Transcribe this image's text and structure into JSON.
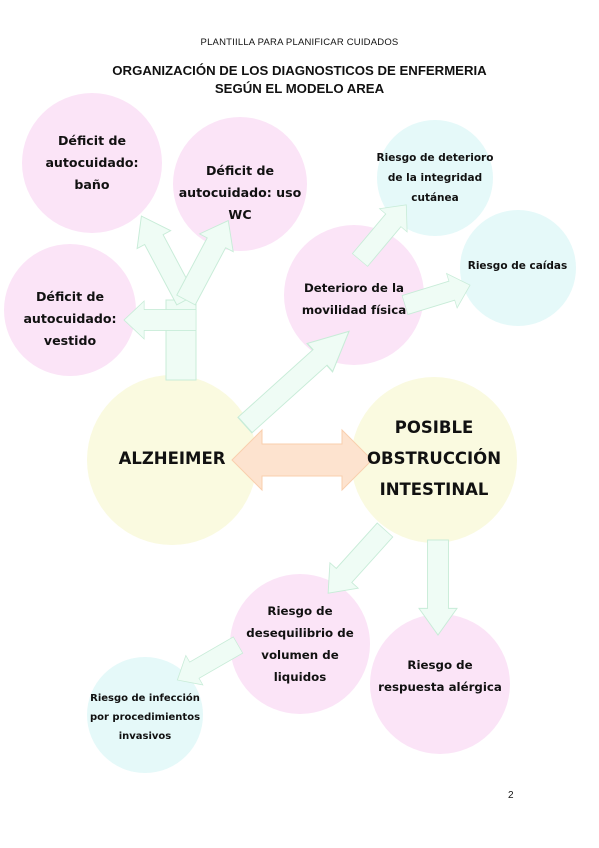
{
  "header": "PLANTIILLA PARA PLANIFICAR CUIDADOS",
  "title": {
    "line1": "ORGANIZACIÓN DE LOS DIAGNOSTICOS DE ENFERMERIA",
    "line2": "SEGÚN EL MODELO AREA"
  },
  "nodes": {
    "alzheimer": "ALZHEIMER",
    "obstruccion": [
      "POSIBLE",
      "OBSTRUCCIÓN",
      "INTESTINAL"
    ],
    "deficit_bano": [
      "Déficit de",
      "autocuidado:",
      "baño"
    ],
    "deficit_wc": [
      "Déficit de",
      "autocuidado: uso",
      "WC"
    ],
    "deficit_vestido": [
      "Déficit de",
      "autocuidado:",
      "vestido"
    ],
    "deterioro_movilidad": [
      "Deterioro de la",
      "movilidad física"
    ],
    "riesgo_integridad": [
      "Riesgo de deterioro",
      "de la integridad",
      "cutánea"
    ],
    "riesgo_caidas": "Riesgo de caídas",
    "riesgo_liquidos": [
      "Riesgo de",
      "desequilibrio de",
      "volumen de",
      "liquidos"
    ],
    "riesgo_alergica": [
      "Riesgo de",
      "respuesta alérgica"
    ],
    "riesgo_infeccion": [
      "Riesgo de infección",
      "por procedimientos",
      "invasivos"
    ]
  },
  "colors": {
    "pink": "#fbe4f7",
    "cyan": "#e5f9f9",
    "yellow": "#fafae0",
    "arrow_green": "#effcf5",
    "arrow_green_stroke": "#c8ecd8",
    "arrow_orange": "#fde3cf"
  },
  "page_number": "2"
}
